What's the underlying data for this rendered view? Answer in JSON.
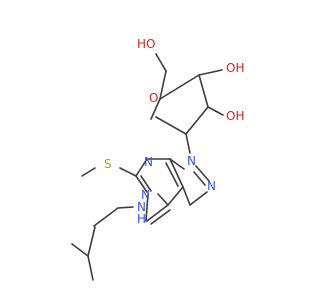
{
  "molecule": {
    "atom_labels": {
      "oh_top": "OH",
      "hydroxymethyl_o": "HO",
      "ring_o": "O",
      "oh_lower": "OH",
      "sulfur": "S",
      "n9": "N",
      "n3": "N",
      "n1": "N",
      "n7": "N",
      "nh": "N",
      "nh_h": "H"
    },
    "colors": {
      "carbon_bond": "#3c3c3c",
      "nitrogen": "#3355ee",
      "oxygen": "#e0241b",
      "sulfur": "#b8a400"
    }
  }
}
